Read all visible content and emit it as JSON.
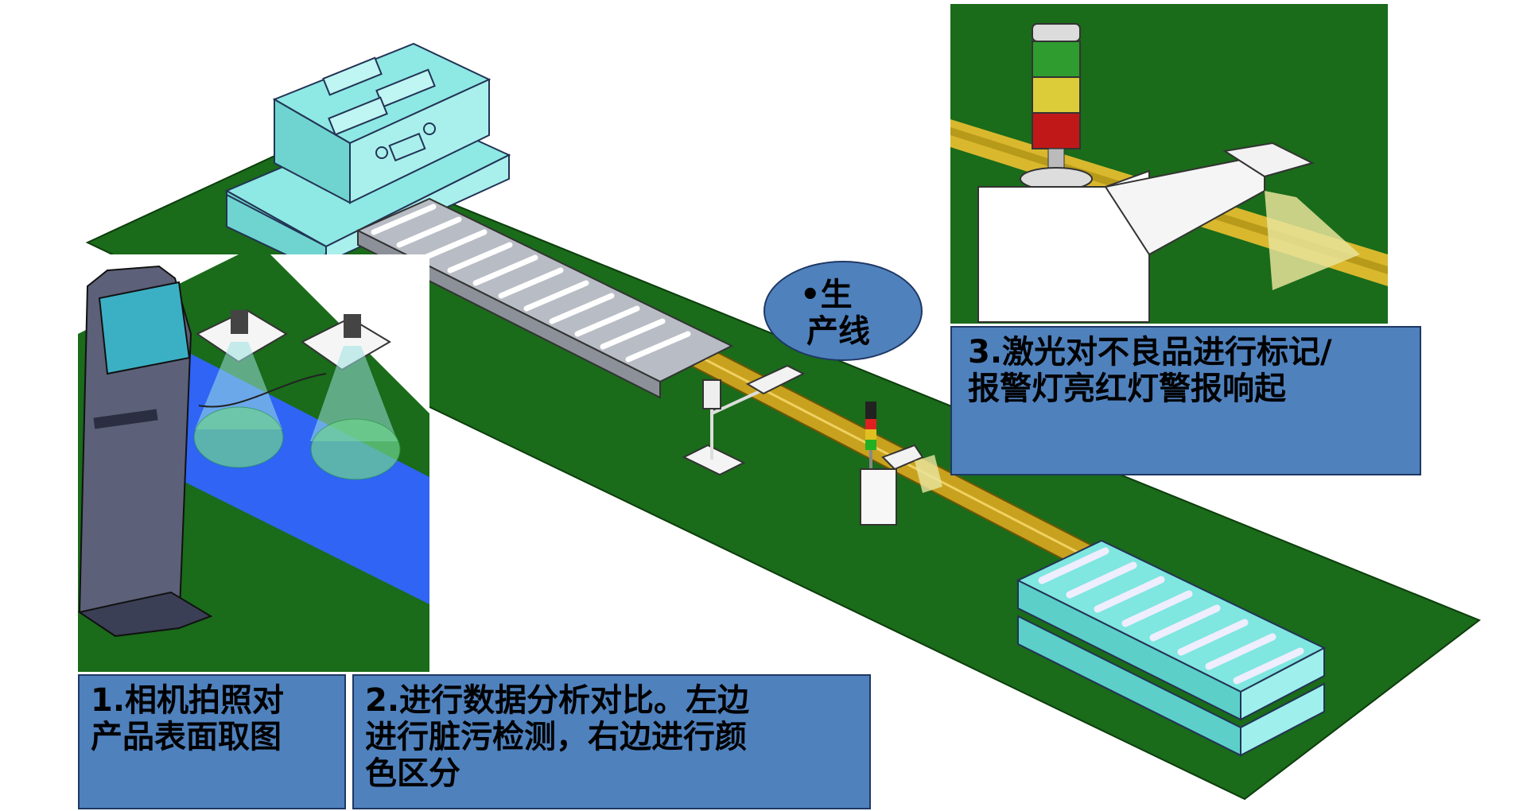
{
  "callouts": {
    "step1": {
      "line1": "1.相机拍照对",
      "line2": "产品表面取图"
    },
    "step2": {
      "line1": "2.进行数据分析对比。左边",
      "line2": "进行脏污检测，右边进行颜",
      "line3": "色区分"
    },
    "step3": {
      "line1": "3.激光对不良品进行标记/",
      "line2": "报警灯亮红灯警报响起"
    }
  },
  "bubble": {
    "line1": "•生",
    "line2": "产线"
  },
  "colors": {
    "floor": "#1a6b1a",
    "conveyor": "#c8a21e",
    "machine": "#7fe6e0",
    "callout_fill": "#4f81bd",
    "callout_border": "#1f3864",
    "belt_blue": "#2f64f5"
  }
}
